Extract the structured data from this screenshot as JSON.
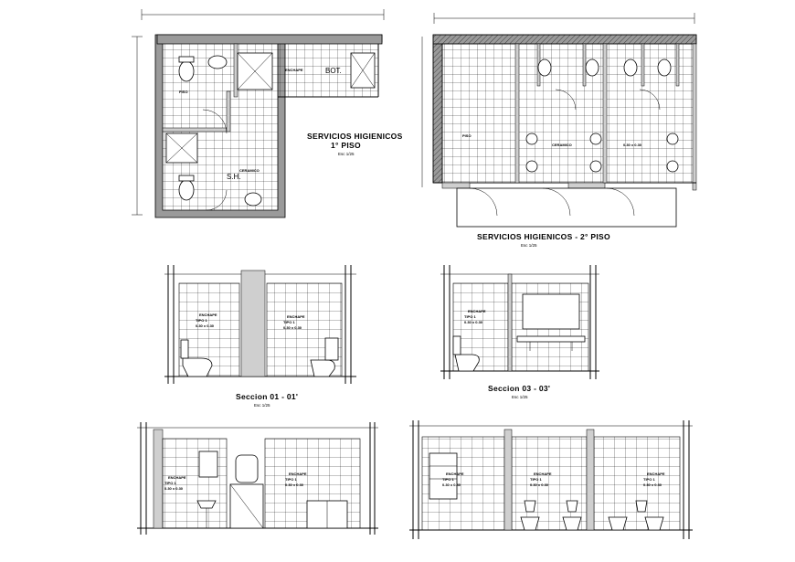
{
  "drawing": {
    "plans": [
      {
        "id": "plan-1",
        "title": "SERVICIOS HIGIENICOS",
        "subtitle": "1° PISO",
        "scale": "Esc 1/25"
      },
      {
        "id": "plan-2",
        "title": "SERVICIOS HIGIENICOS - 2° PISO",
        "subtitle": "",
        "scale": "Esc 1/25"
      }
    ],
    "sections": [
      {
        "id": "section-01",
        "title": "Seccion 01 - 01'",
        "scale": "Esc 1/25"
      },
      {
        "id": "section-03",
        "title": "Seccion 03 - 03'",
        "scale": "Esc 1/25"
      }
    ],
    "room_labels": [
      "BOT.",
      "S.H."
    ],
    "wall_note": {
      "line1": "ENCHAPE",
      "line2": "TIPO 1",
      "line3": "0.30 x 0.30"
    },
    "floor_note": {
      "line1": "PISO",
      "line2": "CERAMICO",
      "line3": "0.30 x 0.30"
    }
  }
}
